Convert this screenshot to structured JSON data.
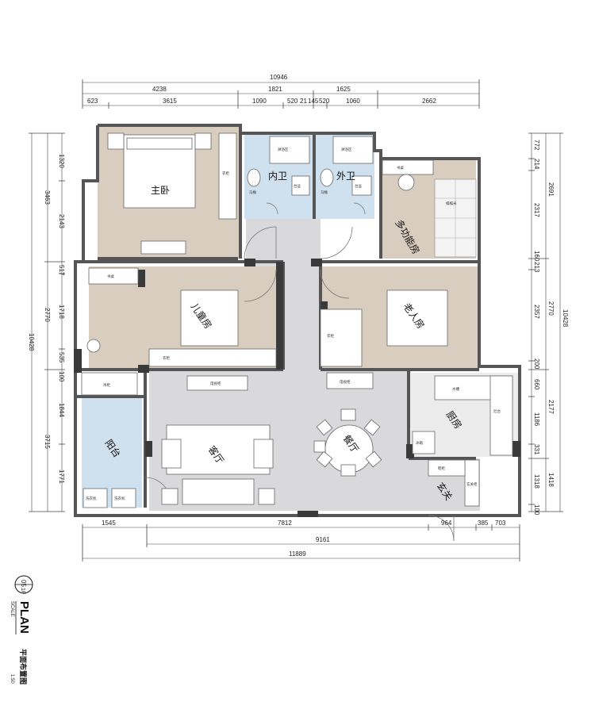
{
  "dimensions": {
    "top": {
      "total": "10946",
      "row2": [
        "4238",
        "1821",
        "1625"
      ],
      "row3": [
        "623",
        "3615",
        "1090",
        "520",
        "21",
        "145",
        "520",
        "1060",
        "2662"
      ]
    },
    "bottom": {
      "row1": [
        "1545",
        "7812",
        "964",
        "385",
        "703"
      ],
      "row2": "9161",
      "total": "11889"
    },
    "left": {
      "outer": "10428",
      "group": [
        "3463",
        "2770",
        "3715"
      ],
      "inner": [
        "1320",
        "2143",
        "517",
        "1718",
        "535",
        "100",
        "1844",
        "1771"
      ]
    },
    "right": {
      "outer": "10428",
      "group": [
        "2691",
        "2770",
        "2177",
        "1418"
      ],
      "inner": [
        "772",
        "214",
        "2317",
        "160",
        "213",
        "2357",
        "200",
        "660",
        "1186",
        "331",
        "1318",
        "100"
      ]
    }
  },
  "rooms": {
    "master_bedroom": "主卧",
    "inner_bath": "内卫",
    "outer_bath": "外卫",
    "multi_room": "多功能房",
    "kids_room": "儿童房",
    "elder_room": "老人房",
    "kitchen": "厨房",
    "dining": "餐厅",
    "living": "客厅",
    "balcony": "阳台",
    "entrance": "玄关"
  },
  "fixtures": {
    "wardrobe": "衣柜",
    "shower": "淋浴区",
    "toilet": "马桶",
    "wash_basin": "台盆",
    "tv_cabinet": "电视柜",
    "desk": "书桌",
    "tatami": "榻榻米",
    "fridge": "冰箱",
    "sink": "水槽",
    "stove": "灶台",
    "shoe_cabinet": "鞋柜",
    "washer": "洗衣机",
    "balcony_cab": "吊柜",
    "entry_cab": "玄关柜"
  },
  "title": {
    "badge_top": "05",
    "badge_bottom": "1F",
    "main": "PLAN",
    "scale_word": "SCALE",
    "chinese": "平面布置图",
    "ratio": "1:50"
  },
  "colors": {
    "wall": "#3a3a3a",
    "bedroom": "#d9cdbf",
    "wet": "#cfe0ee",
    "corridor": "#d9d9db",
    "outline": "#555555"
  }
}
